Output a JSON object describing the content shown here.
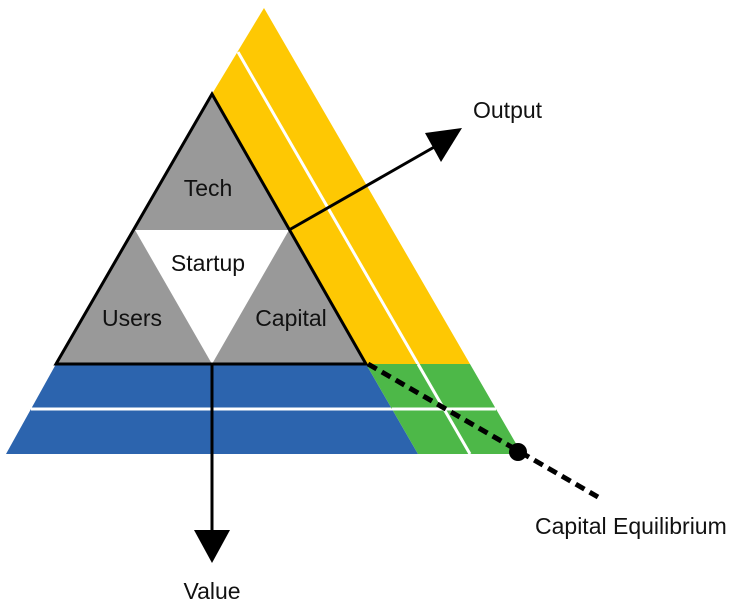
{
  "labels": {
    "tech": "Tech",
    "startup": "Startup",
    "users": "Users",
    "capital": "Capital",
    "output": "Output",
    "value": "Value",
    "capital_equilibrium": "Capital Equilibrium"
  },
  "colors": {
    "core_gray": "#999999",
    "center_white": "#ffffff",
    "yellow_band": "#fec803",
    "blue_band": "#2c64ae",
    "green_corner": "#4db848",
    "outline": "#000000",
    "separator": "#ffffff"
  }
}
